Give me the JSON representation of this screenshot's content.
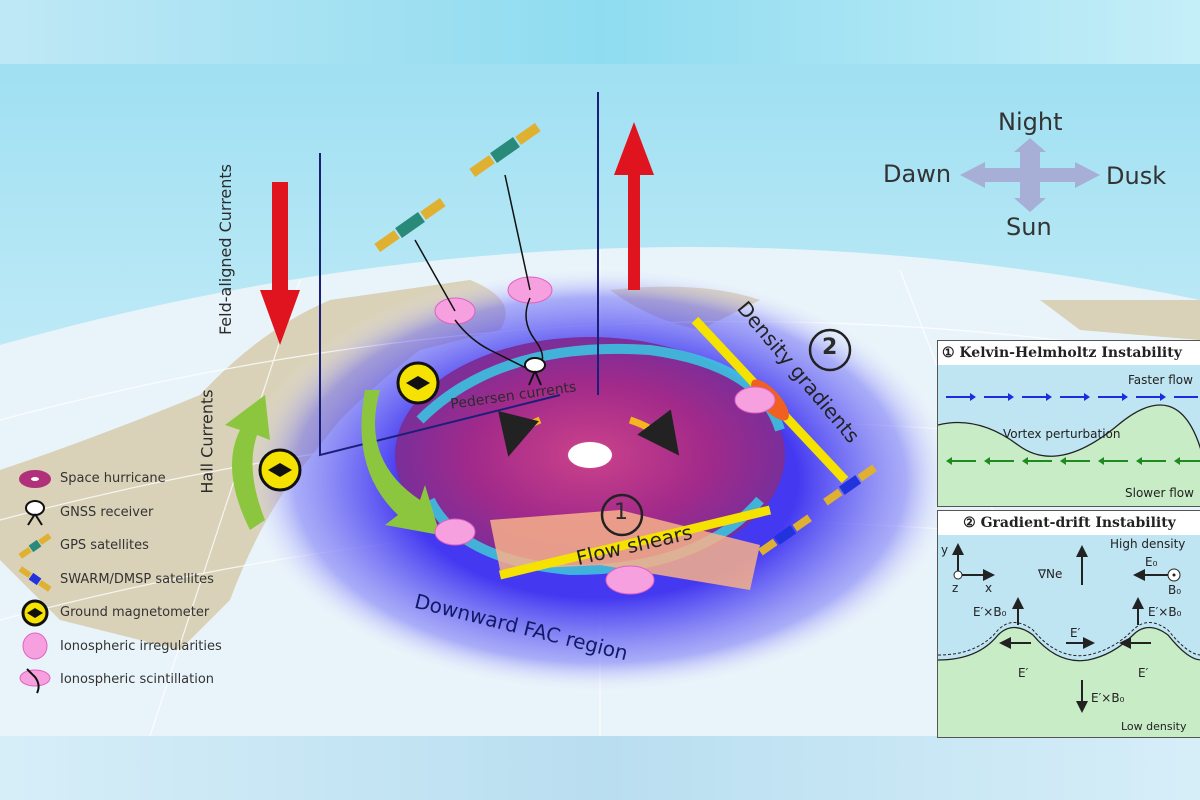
{
  "compass": {
    "north": "Night",
    "west": "Dawn",
    "east": "Dusk",
    "south": "Sun"
  },
  "labels": {
    "field_aligned": "Feld-aligned Currents",
    "hall": "Hall Currents",
    "pedersen": "Pedersen currents",
    "flow_shears": "Flow shears",
    "density_gradients": "Density gradients",
    "downward_fac": "Downward FAC region",
    "marker_1": "1",
    "marker_2": "2"
  },
  "legend": [
    {
      "icon": "space-hurricane-icon",
      "label": "Space hurricane"
    },
    {
      "icon": "gnss-receiver-icon",
      "label": "GNSS receiver"
    },
    {
      "icon": "gps-satellite-icon",
      "label": "GPS satellites"
    },
    {
      "icon": "swarm-dmsp-satellite-icon",
      "label": "SWARM/DMSP satellites"
    },
    {
      "icon": "ground-magnetometer-icon",
      "label": "Ground magnetometer"
    },
    {
      "icon": "ionospheric-irregularity-icon",
      "label": "Ionospheric irregularities"
    },
    {
      "icon": "ionospheric-scintillation-icon",
      "label": "Ionospheric scintillation"
    }
  ],
  "panel_kh": {
    "title": "① Kelvin-Helmholtz Instability",
    "faster": "Faster flow",
    "vortex": "Vortex perturbation",
    "slower": "Slower flow"
  },
  "panel_gd": {
    "title": "② Gradient-drift Instability",
    "high": "High density",
    "low": "Low density",
    "y": "y",
    "z": "z",
    "x": "x",
    "grad_ne": "∇Ne",
    "e0": "E₀",
    "b0": "B₀",
    "exb_left": "E′×B₀",
    "exb_right": "E′×B₀",
    "exb_down": "E′×B₀",
    "e_mid": "E′",
    "e_left": "E′",
    "e_right": "E′"
  },
  "colors": {
    "vortex": "#b0307a",
    "fac_region": "#4b3df0",
    "flow_shear": "#f5e200",
    "red_arrow": "#e0141e",
    "hall_arrow": "#8cc63f"
  }
}
